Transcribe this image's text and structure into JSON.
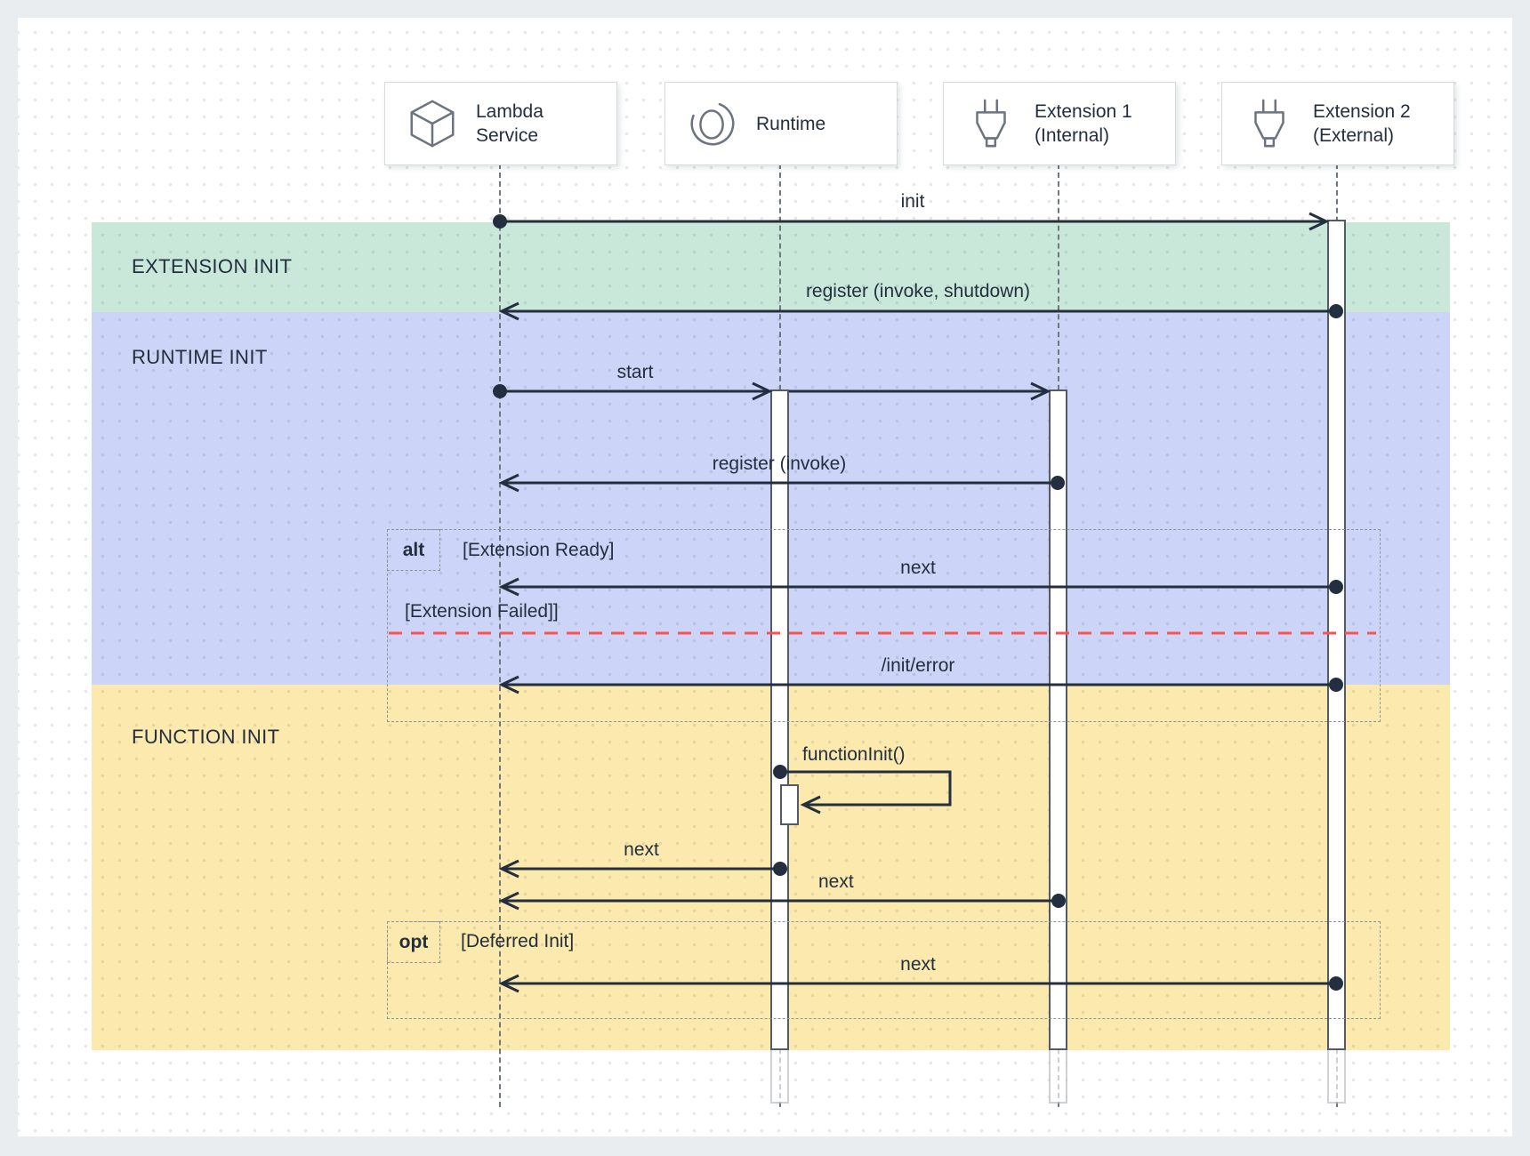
{
  "actors": [
    {
      "line1": "Lambda",
      "line2": "Service",
      "icon": "lambda-cube-icon"
    },
    {
      "line1": "Runtime",
      "line2": "",
      "icon": "runtime-cycle-icon"
    },
    {
      "line1": "Extension 1",
      "line2": "(Internal)",
      "icon": "plug-icon"
    },
    {
      "line1": "Extension 2",
      "line2": "(External)",
      "icon": "plug-icon"
    }
  ],
  "phases": [
    {
      "label": "EXTENSION INIT",
      "color": "#c9e8da"
    },
    {
      "label": "RUNTIME INIT",
      "color": "#ccd4f7"
    },
    {
      "label": "FUNCTION INIT",
      "color": "#fbe9ae"
    }
  ],
  "messages": {
    "init": "init",
    "register_invoke_shutdown": "register (invoke, shutdown)",
    "start": "start",
    "register_invoke": "register (invoke)",
    "next_alt": "next",
    "init_error": "/init/error",
    "function_init": "functionInit()",
    "next_runtime": "next",
    "next_extension1": "next",
    "next_opt": "next"
  },
  "frames": {
    "alt": {
      "operator": "alt",
      "guard_ready": "[Extension Ready]",
      "guard_failed": "[Extension Failed]]"
    },
    "opt": {
      "operator": "opt",
      "guard_deferred": "[Deferred Init]"
    }
  },
  "colors": {
    "ink": "#232f3e",
    "icon_stroke": "#6b7480",
    "lifeline": "#6f777f",
    "activation_bar_border": "#545b64",
    "frame_border": "#8c959c",
    "failure_dash": "#fb5252",
    "phase_green": "#c9e8da",
    "phase_blue": "#ccd4f7",
    "phase_yellow": "#fbe9ae",
    "page_bg": "#e9edf0",
    "canvas_bg": "#ffffff"
  }
}
